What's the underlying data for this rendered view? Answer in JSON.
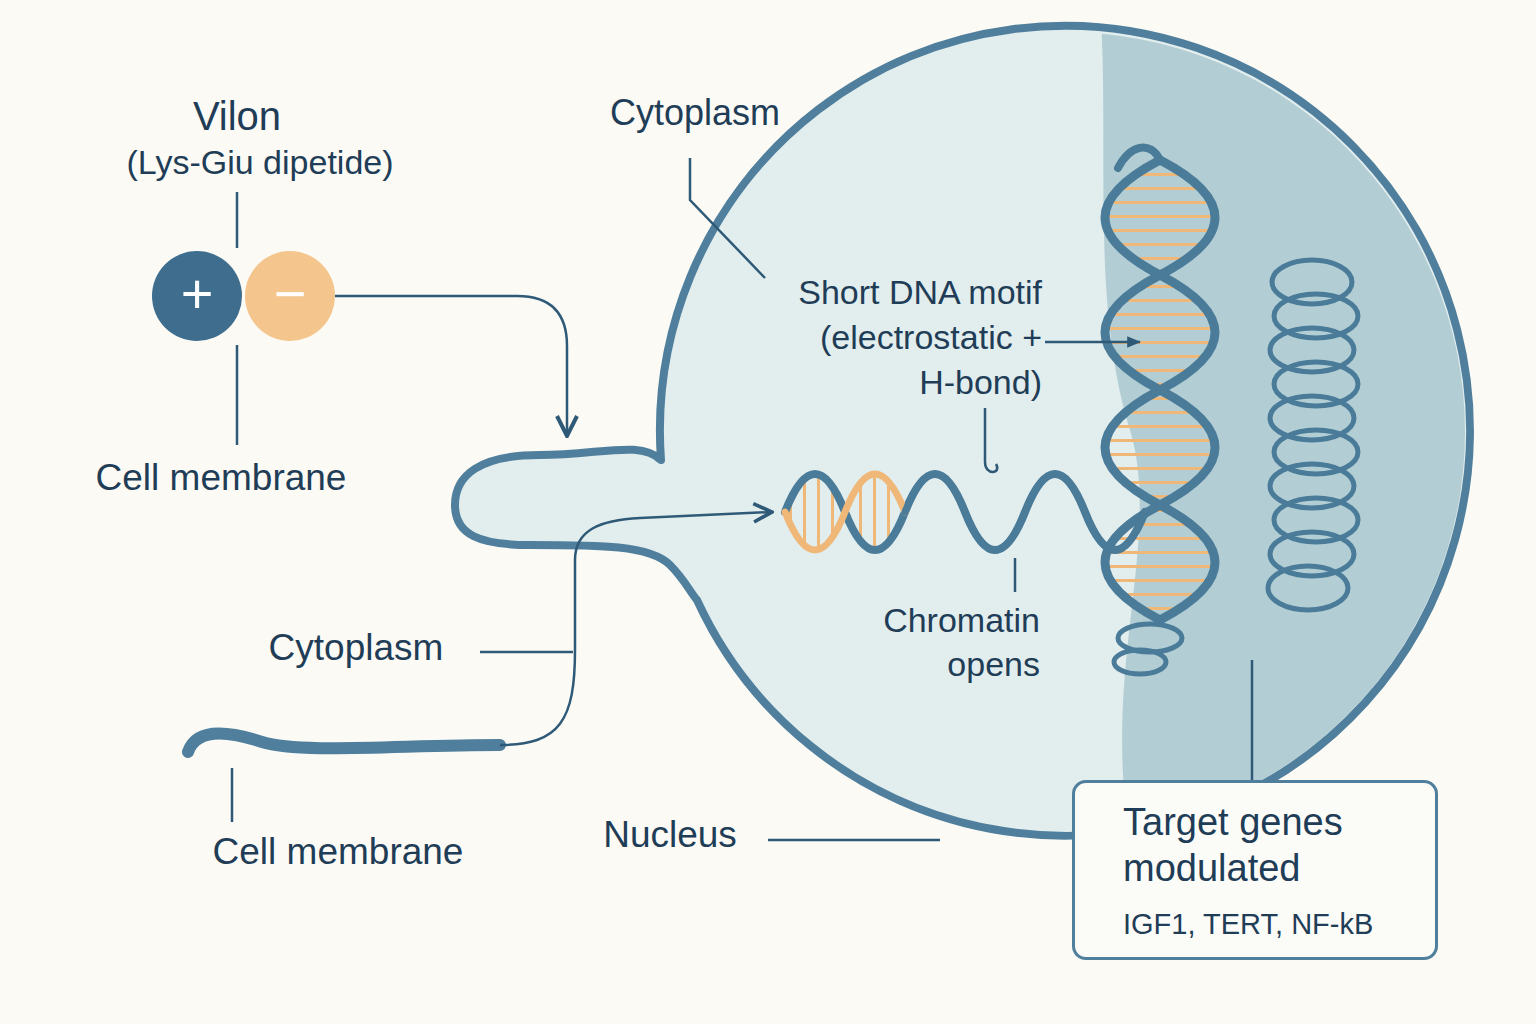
{
  "diagram": {
    "nodes": [
      {
        "text": [
          "+"
        ]
      },
      {
        "text": [
          "−"
        ]
      },
      {
        "text": [
          "Short DNA motif (electrostatic + H-bond)",
          "Chromatin opens"
        ]
      },
      {
        "text": [
          "Target genes modulated",
          "IGF1, TERT, NF-kB"
        ]
      }
    ],
    "edges": [
      {
        "from": 1,
        "to": 2,
        "arrow": "to"
      }
    ],
    "labels": [
      "Vilon",
      "(Lys-Giu dipetide)",
      "Cytoplasm",
      "Cell membrane",
      "Cytoplasm",
      "Cell membrane",
      "Nucleus"
    ]
  }
}
